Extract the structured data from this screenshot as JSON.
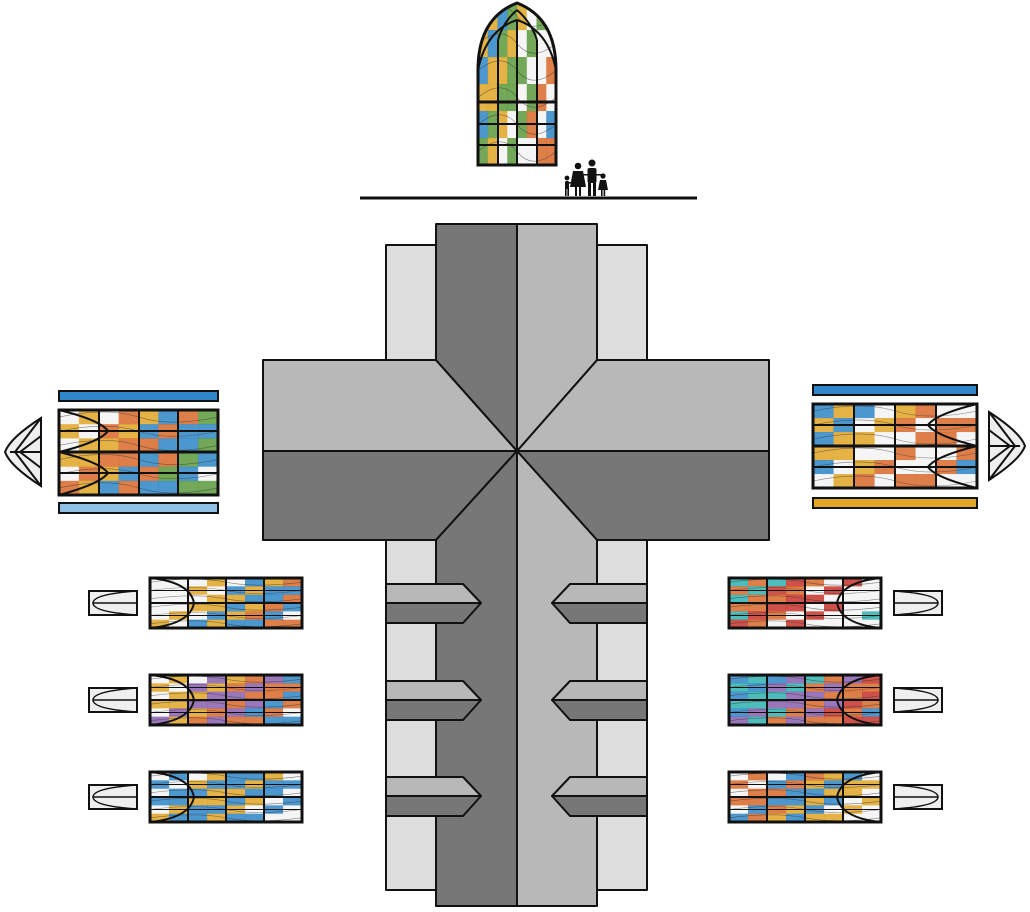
{
  "diagram": {
    "kind": "cruciform church roof plan with stained glass window layout",
    "colors": {
      "roof_dark": "#777777",
      "roof_mid": "#b8b8b8",
      "roof_light": "#dddddd",
      "outline": "#111111",
      "glass_blue": "#2f86c8",
      "glass_gold": "#e0a626",
      "glass_orange": "#d9682a",
      "glass_green": "#5a9a3c",
      "glass_red": "#c8342c",
      "glass_white": "#f4f4f4",
      "glass_teal": "#2fb3b0",
      "glass_purple": "#8a5fb0"
    },
    "icons": [
      "family-silhouette-icon"
    ],
    "windows": [
      {
        "id": "window-top-arched",
        "palette": [
          "glass_blue",
          "glass_gold",
          "glass_green",
          "glass_white",
          "glass_orange"
        ]
      },
      {
        "id": "window-left-transept",
        "palette": [
          "glass_white",
          "glass_gold",
          "glass_orange",
          "glass_blue",
          "glass_green"
        ]
      },
      {
        "id": "window-right-transept",
        "palette": [
          "glass_blue",
          "glass_gold",
          "glass_white",
          "glass_orange",
          "glass_white"
        ]
      },
      {
        "id": "window-left-nave-1",
        "palette": [
          "glass_white",
          "glass_white",
          "glass_gold",
          "glass_blue",
          "glass_orange"
        ]
      },
      {
        "id": "window-left-nave-2",
        "palette": [
          "glass_white",
          "glass_gold",
          "glass_purple",
          "glass_orange",
          "glass_blue"
        ]
      },
      {
        "id": "window-left-nave-3",
        "palette": [
          "glass_white",
          "glass_blue",
          "glass_gold",
          "glass_blue",
          "glass_white"
        ]
      },
      {
        "id": "window-right-nave-1",
        "palette": [
          "glass_teal",
          "glass_orange",
          "glass_red",
          "glass_white",
          "glass_white"
        ]
      },
      {
        "id": "window-right-nave-2",
        "palette": [
          "glass_blue",
          "glass_teal",
          "glass_purple",
          "glass_orange",
          "glass_red"
        ]
      },
      {
        "id": "window-right-nave-3",
        "palette": [
          "glass_white",
          "glass_orange",
          "glass_blue",
          "glass_gold",
          "glass_white"
        ]
      }
    ]
  }
}
